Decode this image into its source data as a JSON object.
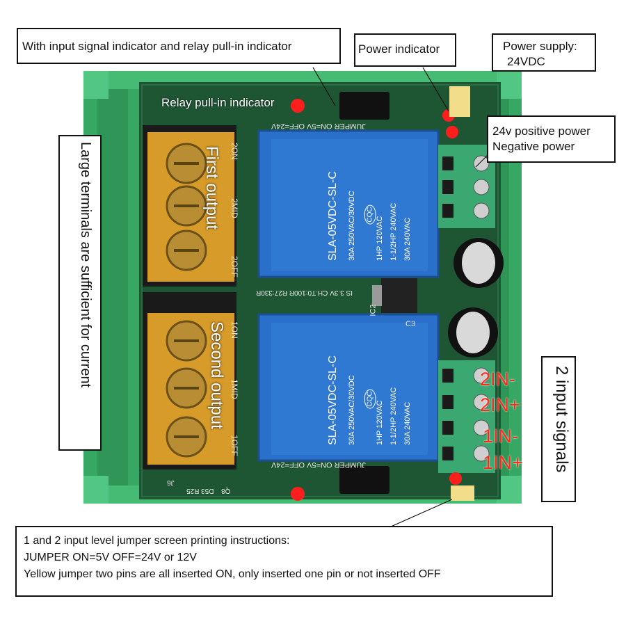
{
  "callouts": {
    "signal_indicator": "With input signal indicator and relay pull-in indicator",
    "power_indicator": "Power indicator",
    "power_supply_line1": "Power supply:",
    "power_supply_line2": "24VDC",
    "positive_power": "24v positive power",
    "negative_power": "Negative power",
    "large_terminals": "Large terminals are sufficient for current",
    "input_signals": "2 input signals",
    "jumper_line1": "1 and 2 input level jumper screen printing instructions:",
    "jumper_line2": "JUMPER ON=5V OFF=24V or 12V",
    "jumper_line3": "Yellow jumper two pins are all inserted ON, only inserted one pin or not inserted OFF"
  },
  "board_labels": {
    "relay_pull_in": "Relay pull-in indicator",
    "first_output": "First output",
    "second_output": "Second output",
    "in_labels": [
      "2IN-",
      "2IN+",
      "1IN-",
      "1IN+"
    ]
  },
  "relay": {
    "model": "SLA-05VDC-SL-C",
    "rating1": "30A 250VAC/30VDC",
    "rating2": "1HP 120VAC",
    "rating3": "1-1/2HP 240VAC",
    "rating4": "30A 240VAC",
    "brand": "CQC"
  },
  "silkscreen": {
    "n2on": "2ON",
    "n2mid": "2MID",
    "n2off": "2OFF",
    "n1on": "1ON",
    "n1mid": "1MID",
    "n1off": "1OFF",
    "jumper_top": "JUMPER ON=5V OFF=24V",
    "jumper_bottom": "JUMPER ON=5V OFF=24V",
    "mid_text": "IS 3.3V CH.T0:100R R27:330R",
    "ic2": "IC2",
    "c3": "C3",
    "j6": "J6",
    "d53": "D53 R25",
    "q8": "Q8"
  },
  "colors": {
    "rail": "#2f9e5a",
    "pcb": "#1f5a35",
    "relay": "#2a6fc9",
    "terminal_amber": "#e2a22b",
    "terminal_green": "#3aa870",
    "label_red": "#ff2a1a"
  }
}
